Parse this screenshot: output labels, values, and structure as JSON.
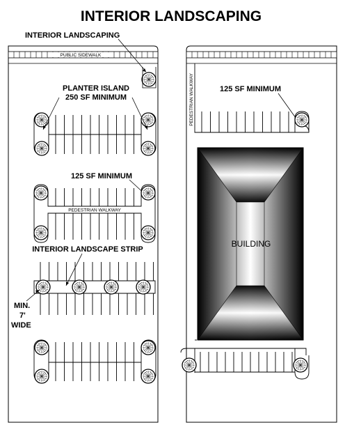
{
  "title": "INTERIOR LANDSCAPING",
  "labels": {
    "interior_landscaping": "INTERIOR LANDSCAPING",
    "public_sidewalk": "PUBLIC SIDEWALK",
    "planter_island_line1": "PLANTER ISLAND",
    "planter_island_line2": "250 SF MINIMUM",
    "min_125_left": "125 SF MINIMUM",
    "pedestrian_walkway_h": "PEDESTRIAN WALKWAY",
    "interior_strip": "INTERIOR LANDSCAPE STRIP",
    "min7_line1": "MIN.",
    "min7_line2": "7'",
    "min7_line3": "WIDE",
    "pedestrian_walkway_v": "PEDESTRIAN WALKWAY",
    "min_125_right": "125 SF MINIMUM",
    "building": "BUILDING"
  }
}
